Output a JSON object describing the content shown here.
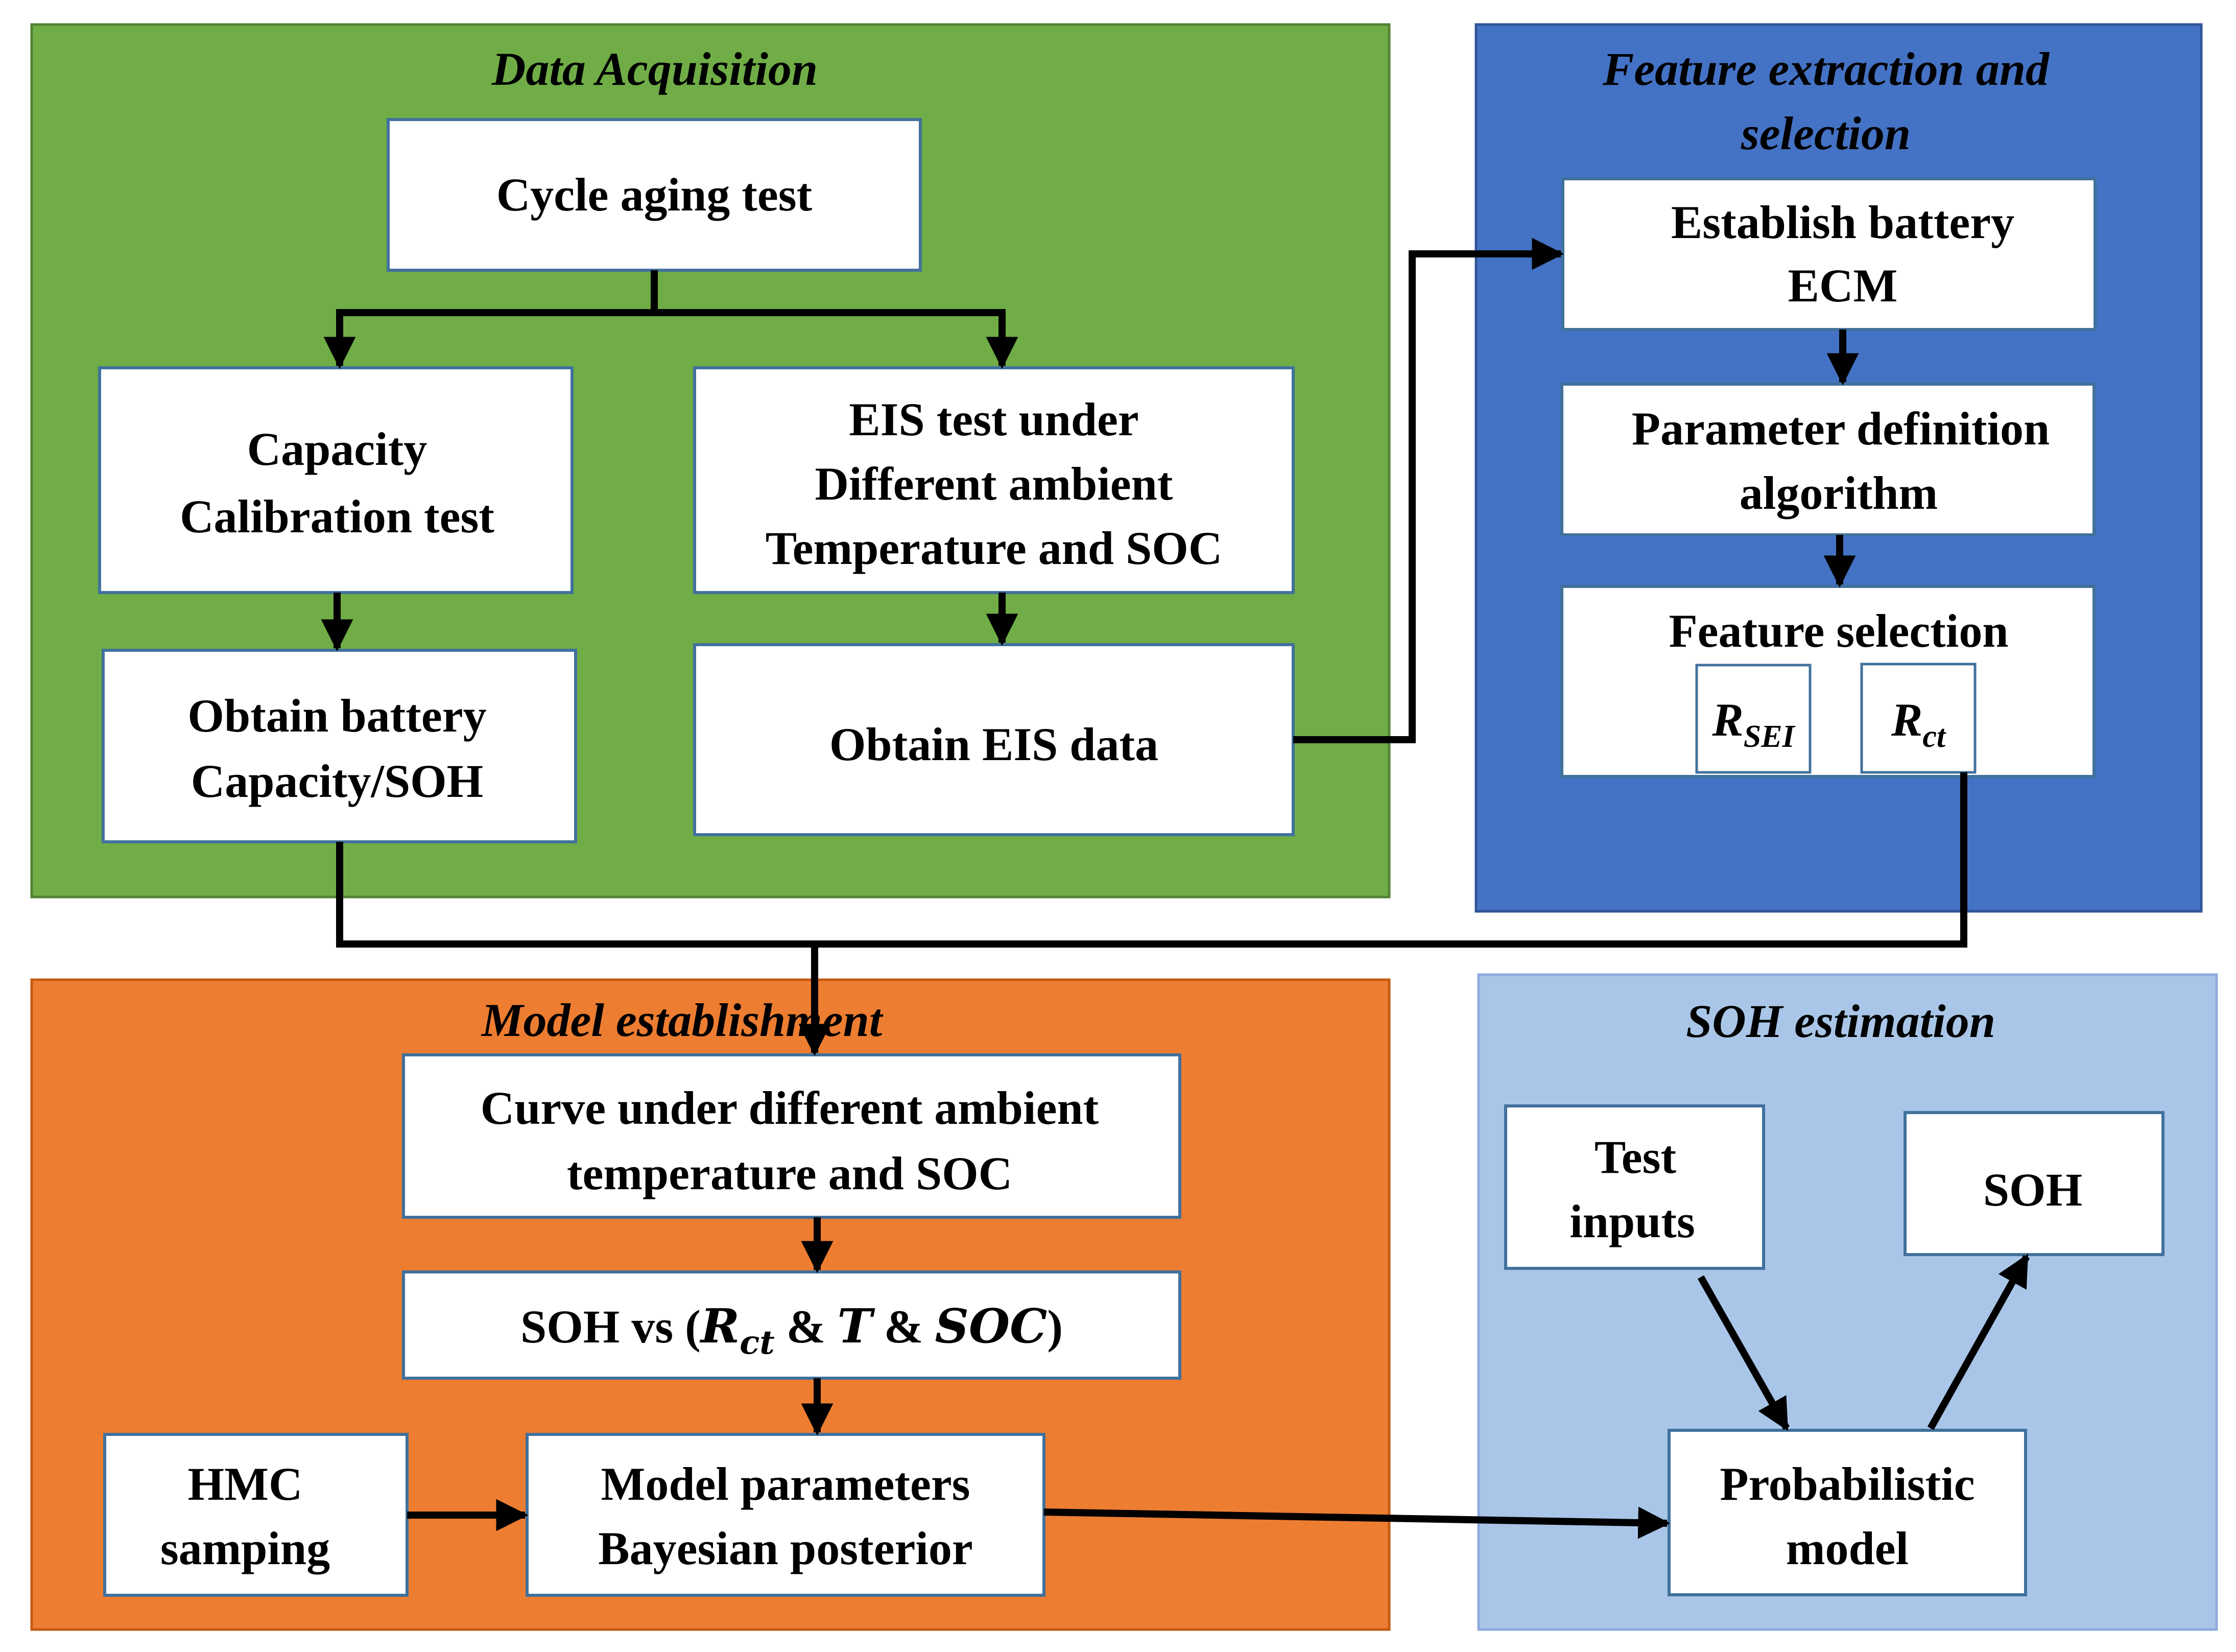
{
  "colors": {
    "data_acquisition": "#70ad47",
    "feature_extraction": "#4472c4",
    "model_establishment": "#ed7d31",
    "soh_estimation": "#a9c6e8",
    "box_fill": "#ffffff",
    "box_stroke": "#41719c",
    "arrow": "#000000"
  },
  "sections": {
    "data_acquisition": {
      "title": "Data Acquisition"
    },
    "feature_extraction": {
      "title_line1": "Feature extraction and",
      "title_line2": "selection"
    },
    "model_establishment": {
      "title": "Model establishment"
    },
    "soh_estimation": {
      "title": "SOH estimation"
    }
  },
  "boxes": {
    "cycle_aging": {
      "line1": "Cycle aging test"
    },
    "capacity_calibration": {
      "line1": "Capacity",
      "line2": "Calibration test"
    },
    "eis_test": {
      "line1": "EIS test under",
      "line2": "Different ambient",
      "line3": "Temperature and SOC"
    },
    "obtain_capacity": {
      "line1": "Obtain battery",
      "line2": "Capacity/SOH"
    },
    "obtain_eis": {
      "line1": "Obtain EIS data"
    },
    "establish_ecm": {
      "line1": "Establish battery",
      "line2": "ECM"
    },
    "parameter_definition": {
      "line1": "Parameter definition",
      "line2": "algorithm"
    },
    "feature_selection": {
      "line1": "Feature selection",
      "feature_a": "R",
      "feature_a_sub": "SEI",
      "feature_b": "R",
      "feature_b_sub": "ct"
    },
    "curve_under": {
      "line1": "Curve under different ambient",
      "line2": "temperature and SOC"
    },
    "soh_vs": {
      "prefix": "SOH vs (",
      "r": "R",
      "r_sub": "ct",
      "amp1": " & ",
      "t": "T",
      "amp2": " & ",
      "soc": "SOC",
      "suffix": ")"
    },
    "hmc": {
      "line1": "HMC",
      "line2": "samping"
    },
    "model_parameters": {
      "line1": "Model parameters",
      "line2": "Bayesian posterior"
    },
    "test_inputs": {
      "line1": "Test",
      "line2": "inputs"
    },
    "soh": {
      "line1": "SOH"
    },
    "probabilistic": {
      "line1": "Probabilistic",
      "line2": "model"
    }
  }
}
